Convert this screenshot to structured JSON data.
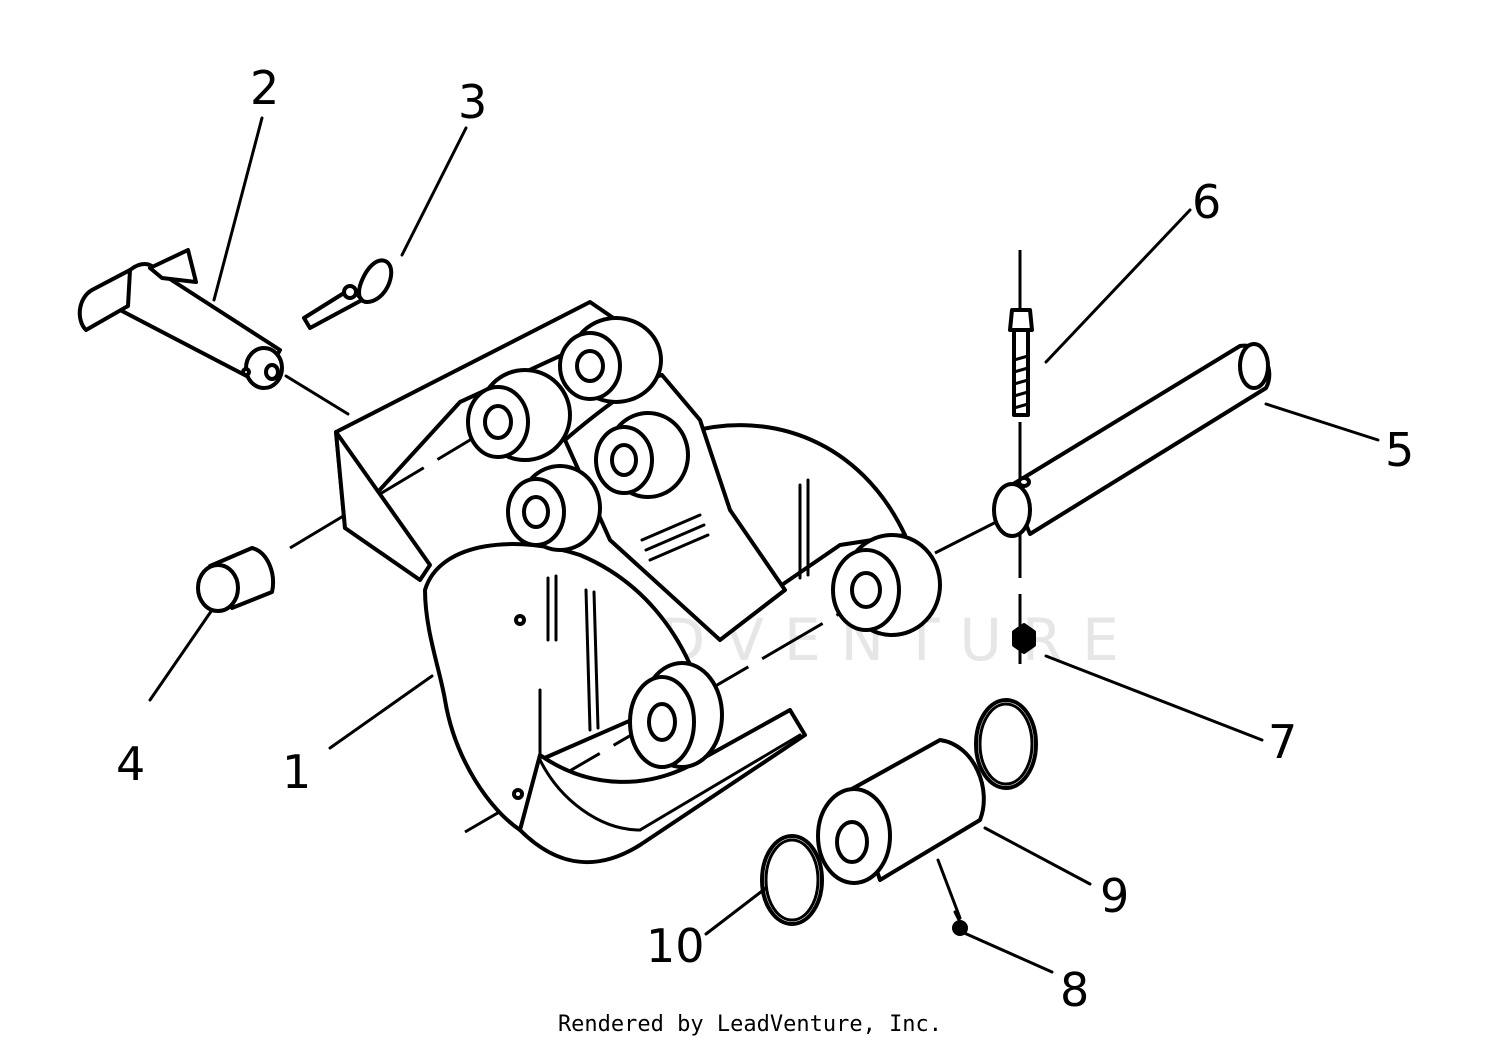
{
  "watermark": "LEADVENTURE",
  "callouts": {
    "c1": "1",
    "c2": "2",
    "c3": "3",
    "c4": "4",
    "c5": "5",
    "c6": "6",
    "c7": "7",
    "c8": "8",
    "c9": "9",
    "c10": "10"
  },
  "footer": {
    "credit": "Rendered by LeadVenture, Inc."
  }
}
